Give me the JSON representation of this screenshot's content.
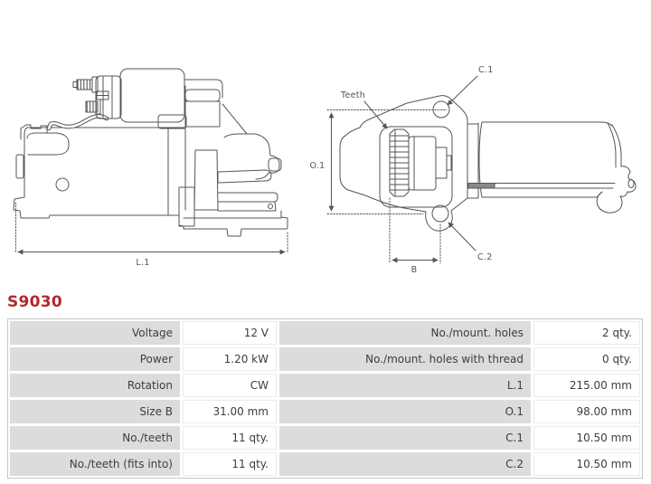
{
  "title": {
    "part_number": "S9030",
    "part_number_color": "#b2282a"
  },
  "drawing": {
    "line_color": "#545454",
    "shaft_fill_color": "#8a8a8a",
    "labels": {
      "l1": "L.1",
      "o1": "O.1",
      "b": "B",
      "c1": "C.1",
      "c2": "C.2",
      "teeth": "Teeth"
    }
  },
  "spec_table": {
    "label_bg_color": "#dcdcdc",
    "rows": [
      {
        "left_label": "Voltage",
        "left_value": "12 V",
        "right_label": "No./mount. holes",
        "right_value": "2 qty."
      },
      {
        "left_label": "Power",
        "left_value": "1.20 kW",
        "right_label": "No./mount. holes with thread",
        "right_value": "0 qty."
      },
      {
        "left_label": "Rotation",
        "left_value": "CW",
        "right_label": "L.1",
        "right_value": "215.00 mm"
      },
      {
        "left_label": "Size B",
        "left_value": "31.00 mm",
        "right_label": "O.1",
        "right_value": "98.00 mm"
      },
      {
        "left_label": "No./teeth",
        "left_value": "11 qty.",
        "right_label": "C.1",
        "right_value": "10.50 mm"
      },
      {
        "left_label": "No./teeth (fits into)",
        "left_value": "11 qty.",
        "right_label": "C.2",
        "right_value": "10.50 mm"
      }
    ]
  }
}
